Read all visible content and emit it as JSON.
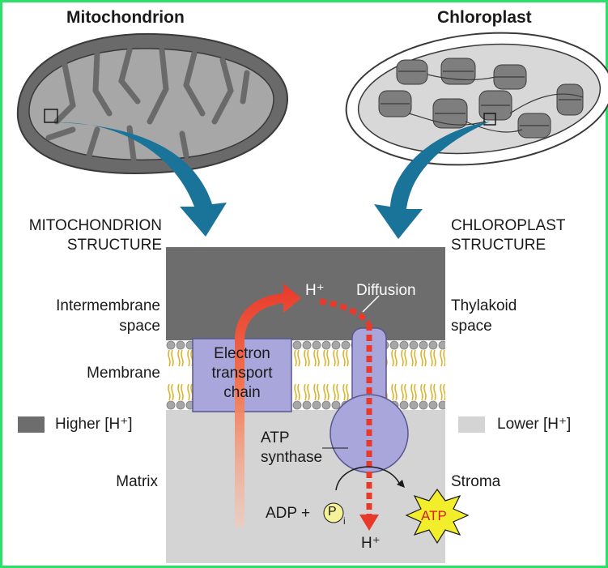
{
  "titles": {
    "left": "Mitochondrion",
    "right": "Chloroplast"
  },
  "left_labels": {
    "structure_line1": "MITOCHONDRION",
    "structure_line2": "STRUCTURE",
    "space_line1": "Intermembrane",
    "space_line2": "space",
    "membrane": "Membrane",
    "legend": "Higher [H⁺]",
    "matrix": "Matrix"
  },
  "right_labels": {
    "structure_line1": "CHLOROPLAST",
    "structure_line2": "STRUCTURE",
    "space_line1": "Thylakoid",
    "space_line2": "space",
    "legend": "Lower [H⁺]",
    "stroma": "Stroma"
  },
  "center_labels": {
    "h_plus_top": "H⁺",
    "diffusion": "Diffusion",
    "etc_line1": "Electron",
    "etc_line2": "transport",
    "etc_line3": "chain",
    "synthase_line1": "ATP",
    "synthase_line2": "synthase",
    "adp": "ADP +",
    "p": "P",
    "pi_sub": "i",
    "atp": "ATP",
    "h_plus_bottom": "H⁺"
  },
  "colors": {
    "border": "#2ee06a",
    "high_h": "#6d6d6d",
    "low_h": "#d4d4d4",
    "protein": "#a9a6dc",
    "arrow_blue": "#1a7399",
    "arrow_red": "#e8392a",
    "atp_star": "#f2ee2c"
  }
}
